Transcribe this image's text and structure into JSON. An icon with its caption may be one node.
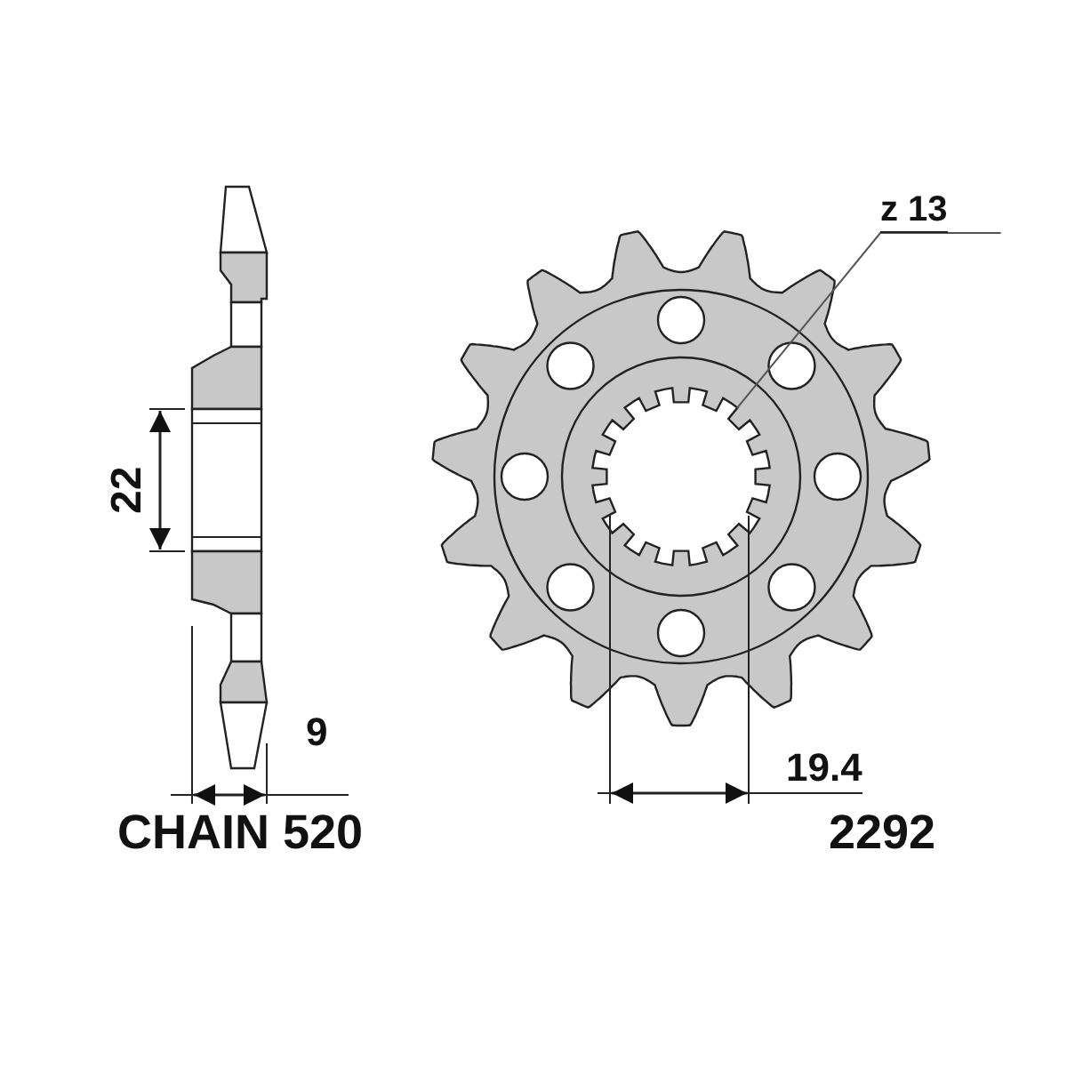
{
  "diagram": {
    "nodes": [
      {
        "text": [
          "z 13"
        ]
      },
      {
        "text": [],
        "shape": "picture"
      }
    ],
    "edges": [
      {
        "from": 0,
        "to": 1,
        "arrow": "none"
      }
    ],
    "labels": [
      "22",
      "9",
      "19.4",
      "CHAIN 520",
      "2292"
    ]
  }
}
